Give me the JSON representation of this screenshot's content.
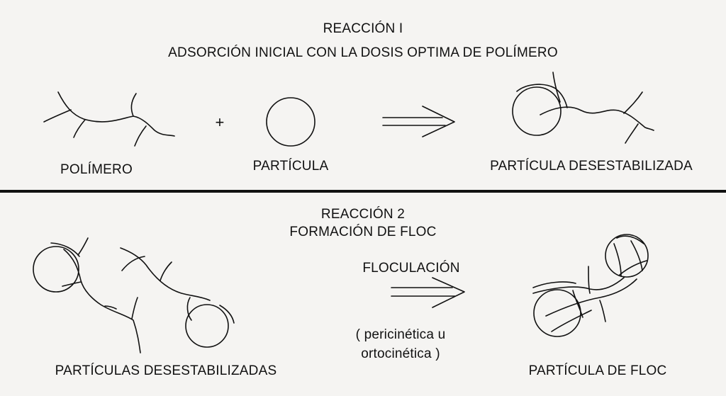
{
  "reaction1": {
    "title": "REACCIÓN I",
    "subtitle": "ADSORCIÓN INICIAL CON LA DOSIS OPTIMA DE POLÍMERO",
    "plus": "+",
    "polymer_label": "POLÍMERO",
    "particle_label": "PARTÍCULA",
    "result_label": "PARTÍCULA DESESTABILIZADA"
  },
  "reaction2": {
    "title": "REACCIÓN 2",
    "subtitle": "FORMACIÓN DE FLOC",
    "process_label": "FLOCULACIÓN",
    "process_note_line1": "( pericinética u",
    "process_note_line2": "ortocinética )",
    "input_label": "PARTÍCULAS DESESTABILIZADAS",
    "result_label": "PARTÍCULA DE FLOC"
  },
  "colors": {
    "background": "#f5f4f2",
    "ink": "#111111"
  }
}
